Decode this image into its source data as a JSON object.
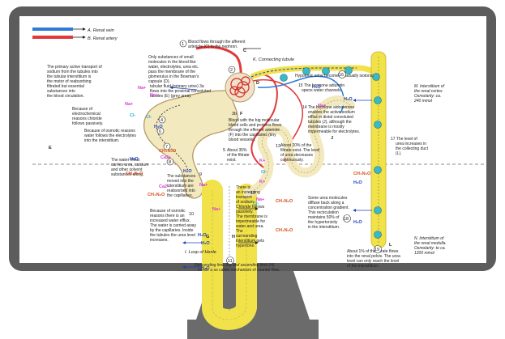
{
  "labels": {
    "renal_vein": "A. Renal vein",
    "renal_artery": "B. Renal artery",
    "afferent": [
      "Blood flows through the afferent",
      "arteriole (C) to the nephron."
    ],
    "small_substances": [
      "Only substances of small",
      "molecules in the blood like",
      "water, electrolytes, urea etc.",
      "pass the membrane of the",
      "glomerulus in the Bowman's",
      "capsule (D)."
    ],
    "primary_transport": [
      "The primary active transport of",
      "sodium from the tubules into",
      "the tubular interstitium is",
      "the motor of reabsorbing",
      "filtrated but essential",
      "substances into",
      "the blood circulation."
    ],
    "tubular_fluid": [
      "tubular fluid (primary urine) 3a",
      "flows into the proximal convoluted",
      "tubules (E) (grey area)."
    ],
    "electrochemical": [
      "Because of",
      "electrochemical",
      "reasons chloride",
      "follows passively."
    ],
    "osmotic_water": [
      "Because of osmotic reasons",
      "water follows the electrolytes",
      "into the interstitium."
    ],
    "water_efflux": [
      "The water efflux",
      "carries urea, calcium",
      "and other solvent",
      "substances along."
    ],
    "connecting_tubule": "K. Connecting tubule",
    "hypotonic": "Hypotonic urine becomes gradually isotonic.",
    "adiuretin": [
      "15  The hormone adiuretin",
      "opens water channels."
    ],
    "big_molecular": [
      "Blood with the big molecular",
      "blood cells and proteins flows",
      "through the efferent arteriole",
      "(F) into the capillaries (tiny",
      "blood vessels)."
    ],
    "aldosterone": [
      "14  The hormone aldosterone",
      "enables the active sodium",
      "efflux in distal convoluted",
      "tubules (J), although the",
      "membrane is mostly",
      "impermeable for electrolytes."
    ],
    "percent_35": [
      "About 35%",
      "of the filtrate",
      "exist."
    ],
    "percent_20": [
      "About 20% of the",
      "filtrate exist. The level",
      "of urea decreases",
      "continuously."
    ],
    "reabsorbed": [
      "The substances",
      "moved into the",
      "interstitium are",
      "reabsorbed into",
      "the capillaries."
    ],
    "increasing": [
      "There is",
      "an increasing",
      "transport",
      "of sodium.",
      "Chloride follows",
      "passively.",
      "The membrane is",
      "impermeable for",
      "water and urea.",
      "The",
      "surrounding",
      "interstitium gets",
      "hypertone."
    ],
    "increased_water": [
      "Because of osmotic",
      "reasons there is an",
      "increased water efflux.",
      "The water is carried away",
      "by the capillaries. Inside",
      "the tubules the urea level",
      "increases."
    ],
    "urea_diffuse": [
      "Some urea molecules",
      "diffuse back along a",
      "concentration gradient.",
      "This recirculation",
      "maintains 50% of",
      "the hypertonicity",
      "in the interstitium."
    ],
    "interstitium_cortex": [
      "M. Interstitium of",
      "the renal cortex.",
      "Osmolarity: ca.",
      "240 mmol"
    ],
    "interstitium_medulla": [
      "N. Interstitium of",
      "the renal medulla.",
      "Osmolarity: to ca.",
      "1200 mmol"
    ],
    "urea_collecting": [
      "17  The level of",
      "urea increases in",
      "the collecting duct",
      "(L)."
    ],
    "percent_1": [
      "About 1% of the filtrate flows",
      "into the renal pelvis. The urea",
      "level can only reach the level",
      "of the interstitium."
    ],
    "loop_henle": "I. Loop of Henle",
    "descending": [
      "Descending limb (G) and ascending limb (H)",
      "create a so called mechanism of counter flow."
    ]
  },
  "chem": {
    "na": "Na+",
    "cl": "Cl-",
    "h2o": "H₂O",
    "ca": "Ca2+",
    "urea": "CH₄N₂O",
    "k": "K+"
  },
  "letters": {
    "C": "C",
    "D": "D",
    "E": "E",
    "F": "F",
    "G": "G",
    "H": "H",
    "J": "J",
    "L": "L"
  },
  "numbers": {
    "n1": "1",
    "n2": "2",
    "n3b": "3b",
    "n4": "4",
    "n5": "5",
    "n6": "6",
    "n7": "7",
    "n8": "8",
    "n9": "9",
    "n10": "10",
    "n11": "11",
    "n12": "12",
    "n13": "13",
    "n16": "16",
    "n18": "18",
    "n19": "19"
  },
  "colors": {
    "frame": "#5c5c5c",
    "stand": "#6b6b6b",
    "tubule": "#f3e9bf",
    "tubule_edge": "#b49a62",
    "yellow": "#f2e24a",
    "vein": "#2f7ad6",
    "artery": "#e03a3a",
    "na": "#d43ad6",
    "cl": "#2aa9d0",
    "h2o": "#1f3fb8",
    "urea": "#d84b17",
    "cell": "#3ab9c9"
  }
}
